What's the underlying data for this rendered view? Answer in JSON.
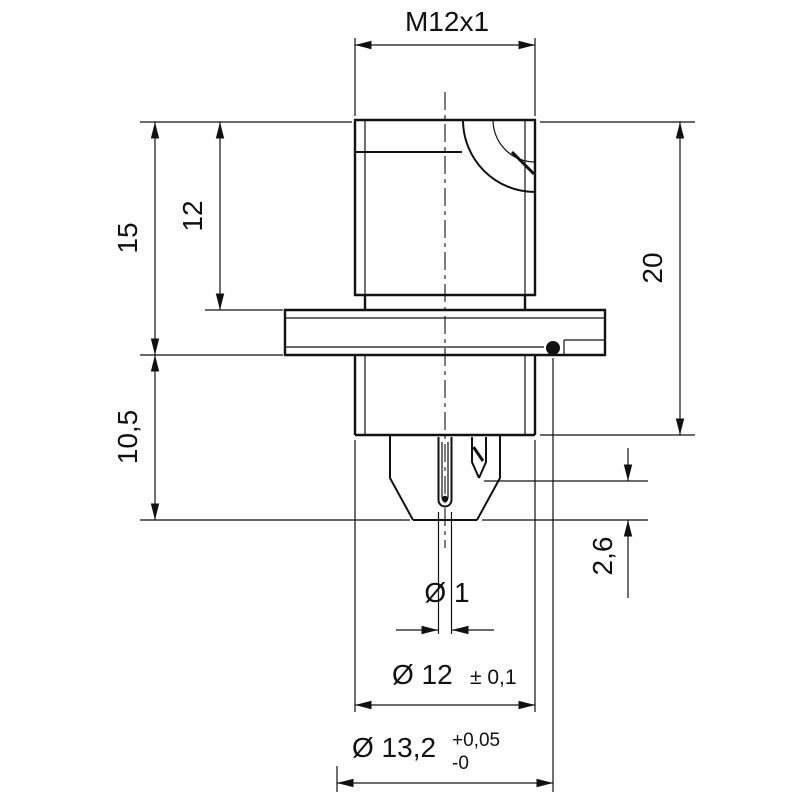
{
  "figure": {
    "type": "technical-drawing",
    "colors": {
      "ink": "#111111",
      "background": "#ffffff"
    },
    "dims": {
      "thread": "M12x1",
      "h15": "15",
      "h12": "12",
      "h10_5": "10,5",
      "h20": "20",
      "d2_6": "2,6",
      "dia1": "Ø 1",
      "dia12": "Ø 12",
      "dia12_tol": "± 0,1",
      "dia13_2": "Ø 13,2",
      "dia13_2_tol_plus": "+0,05",
      "dia13_2_tol_minus": "-0"
    }
  }
}
